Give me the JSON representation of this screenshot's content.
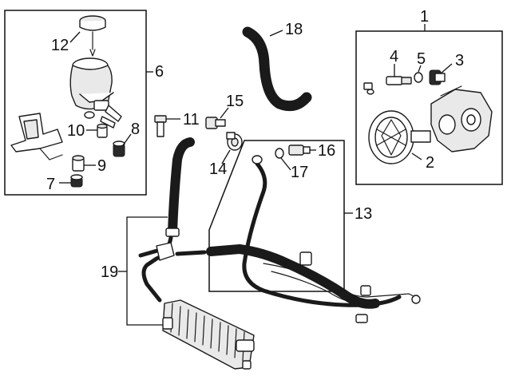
{
  "callouts": [
    {
      "id": "1",
      "label": "1"
    },
    {
      "id": "2",
      "label": "2"
    },
    {
      "id": "3",
      "label": "3"
    },
    {
      "id": "4",
      "label": "4"
    },
    {
      "id": "5",
      "label": "5"
    },
    {
      "id": "6",
      "label": "6"
    },
    {
      "id": "7",
      "label": "7"
    },
    {
      "id": "8",
      "label": "8"
    },
    {
      "id": "9",
      "label": "9"
    },
    {
      "id": "10",
      "label": "10"
    },
    {
      "id": "11",
      "label": "11"
    },
    {
      "id": "12",
      "label": "12"
    },
    {
      "id": "13",
      "label": "13"
    },
    {
      "id": "14",
      "label": "14"
    },
    {
      "id": "15",
      "label": "15"
    },
    {
      "id": "16",
      "label": "16"
    },
    {
      "id": "17",
      "label": "17"
    },
    {
      "id": "18",
      "label": "18"
    },
    {
      "id": "19",
      "label": "19"
    }
  ],
  "colors": {
    "line": "#1a1a1a",
    "fill": "#ffffff",
    "shade": "#e9e9e9",
    "background": "#ffffff"
  }
}
